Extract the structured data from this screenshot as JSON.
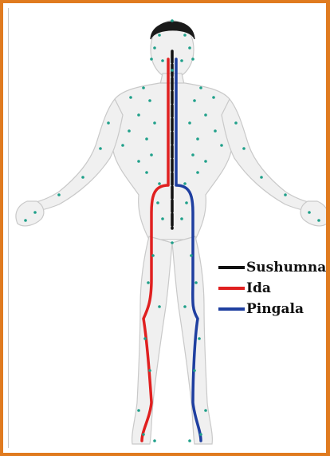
{
  "colors": {
    "frame": "#e07b1f",
    "body_fill": "#f0f0f0",
    "body_stroke": "#c9c9c9",
    "point": "#1fa08a",
    "sushumna": "#111111",
    "ida": "#e02020",
    "pingala": "#1f3fa0"
  },
  "legend": {
    "items": [
      {
        "label": "Sushumna",
        "color": "#111111"
      },
      {
        "label": "Ida",
        "color": "#e02020"
      },
      {
        "label": "Pingala",
        "color": "#1f3fa0"
      }
    ]
  }
}
